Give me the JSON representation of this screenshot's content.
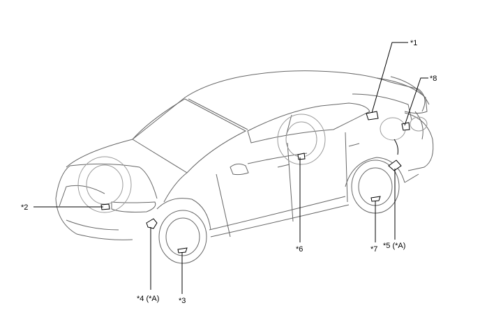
{
  "callouts": [
    {
      "id": "c1",
      "label": "*1"
    },
    {
      "id": "c2",
      "label": "*2"
    },
    {
      "id": "c3",
      "label": "*3"
    },
    {
      "id": "c4",
      "label": "*4 (*A)"
    },
    {
      "id": "c5",
      "label": "*5 (*A)"
    },
    {
      "id": "c6",
      "label": "*6"
    },
    {
      "id": "c7",
      "label": "*7"
    },
    {
      "id": "c8",
      "label": "*8"
    }
  ],
  "colors": {
    "line": "#000000",
    "outline": "#555555",
    "background": "#ffffff"
  }
}
